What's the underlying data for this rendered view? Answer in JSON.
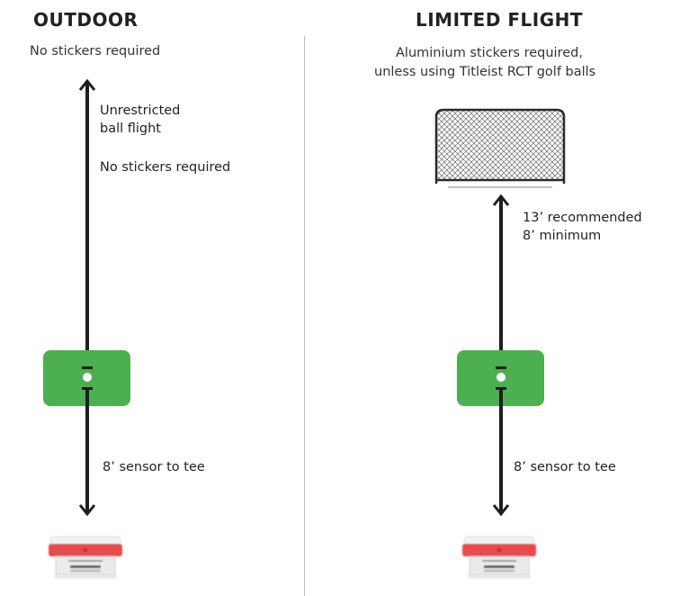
{
  "colors": {
    "text": "#222222",
    "mat_green": "#4caf50",
    "arrow": "#1e1e1e",
    "divider": "#bdbdbd",
    "sensor_red": "#e84b4b"
  },
  "outdoor": {
    "title": "OUTDOOR",
    "subtitle": "No stickers required",
    "upper_label_line1": "Unrestricted",
    "upper_label_line2": "ball flight",
    "upper_label_note": "No stickers required",
    "lower_label": "8’ sensor to tee",
    "icons": [
      "arrow-up-icon",
      "hitting-mat-icon",
      "golf-ball-icon",
      "arrow-down-icon",
      "launch-monitor-icon"
    ]
  },
  "limited": {
    "title": "LIMITED FLIGHT",
    "subtitle_line1": "Aluminium stickers required,",
    "subtitle_line2": "unless using Titleist RCT golf balls",
    "upper_label_line1": "13’ recommended",
    "upper_label_line2": "8’ minimum",
    "lower_label": "8’ sensor to tee",
    "icons": [
      "net-icon",
      "arrow-up-icon",
      "hitting-mat-icon",
      "golf-ball-icon",
      "arrow-down-icon",
      "launch-monitor-icon"
    ]
  }
}
